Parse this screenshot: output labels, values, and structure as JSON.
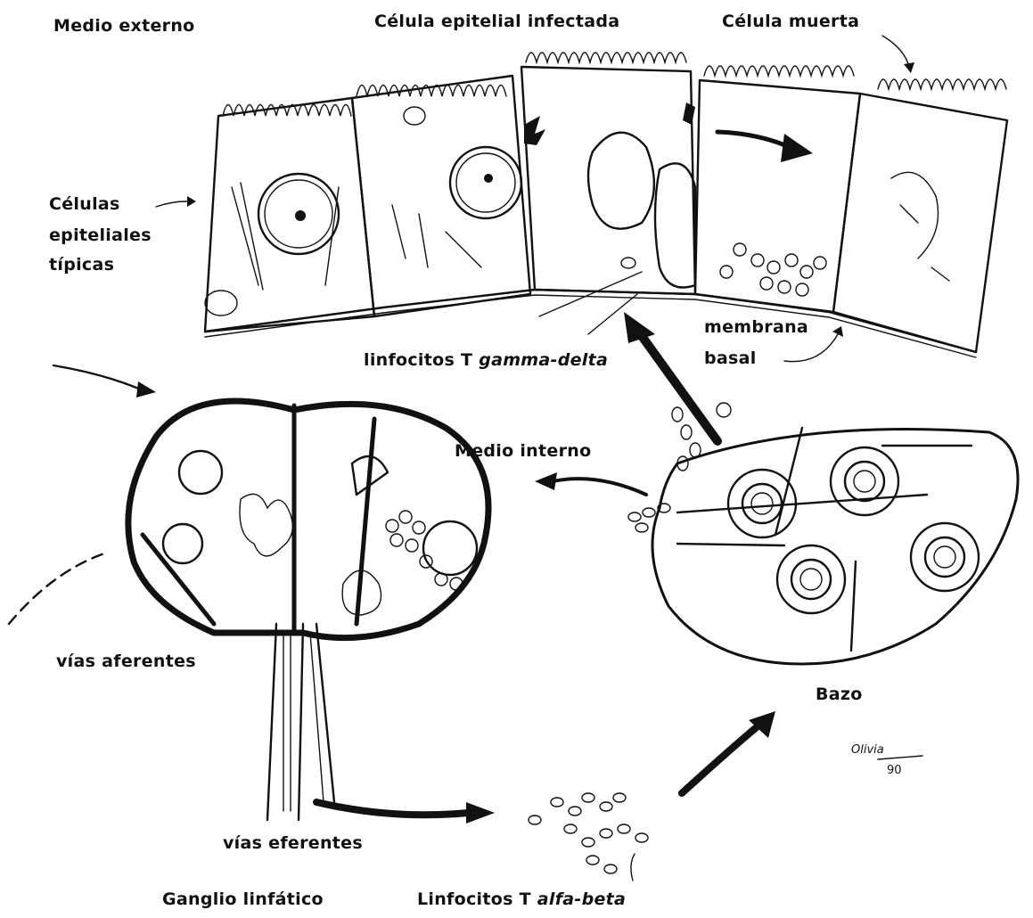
{
  "labels": {
    "medio_externo": "Medio externo",
    "celula_infectada": "Célula epitelial infectada",
    "celula_muerta": "Célula muerta",
    "celulas_tipicas_1": "Células",
    "celulas_tipicas_2": "epiteliales",
    "celulas_tipicas_3": "típicas",
    "membrana_1": "membrana",
    "membrana_2": "basal",
    "linfo_gd_prefix": "linfocitos T ",
    "linfo_gd_italic": "gamma-delta",
    "medio_interno": "Medio interno",
    "vias_aferentes": "vías aferentes",
    "bazo": "Bazo",
    "vias_eferentes": "vías eferentes",
    "ganglio": "Ganglio linfático",
    "linfo_ab_prefix": "Linfocitos T ",
    "linfo_ab_italic": "alfa-beta",
    "signature_name": "Olivia",
    "signature_year": "90"
  }
}
